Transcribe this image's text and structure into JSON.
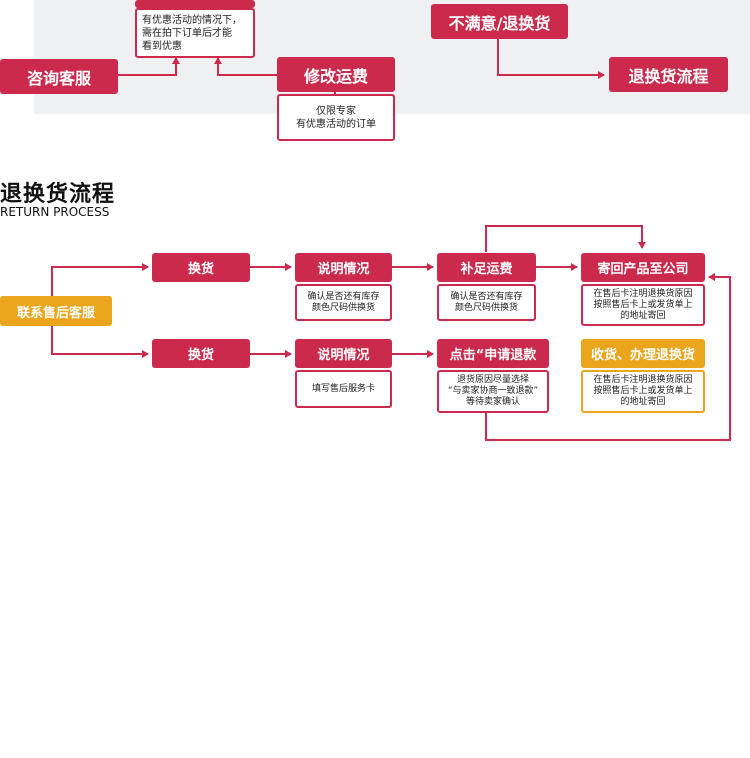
{
  "colors": {
    "accent": "#cc2a4c",
    "highlight": "#eaa51c",
    "panel": "#eef0f2"
  },
  "top_section": {
    "promo_note": "有优惠活动的情况下，\n需在拍下订单后才能\n看到优惠",
    "consult": "咨询客服",
    "modify_shipping": "修改运费",
    "modify_note": "仅限专家\n有优惠活动的订单",
    "unsatisfied": "不满意/退换货",
    "return_process": "退换货流程"
  },
  "section_title": "退换货流程",
  "section_subtitle": "RETURN PROCESS",
  "flow": {
    "start": "联系售后客服",
    "row1": {
      "step1": "换货",
      "step2": "说明情况",
      "step2_note": "确认是否还有库存\n颜色尺码供换货",
      "step3": "补足运费",
      "step3_note": "确认是否还有库存\n颜色尺码供换货",
      "step4": "寄回产品至公司",
      "step4_note": "在售后卡注明退换货原因\n按照售后卡上或发货单上\n的地址寄回"
    },
    "row2": {
      "step1": "换货",
      "step2": "说明情况",
      "step2_note": "填写售后服务卡",
      "step3": "点击“申请退款",
      "step3_note": "退货原因尽量选择\n“与卖家协商一致退款”\n等待卖家确认",
      "step4": "收货、办理退换货",
      "step4_note": "在售后卡注明退换货原因\n按照售后卡上或发货单上\n的地址寄回"
    }
  }
}
